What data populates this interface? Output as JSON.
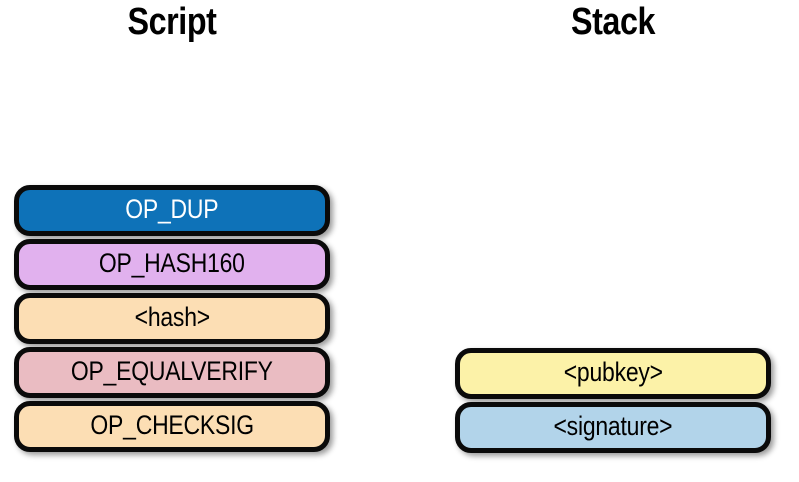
{
  "figure": {
    "background_color": "#ffffff",
    "border_color": "#0a0a0a",
    "script": {
      "title": "Script",
      "blocks": [
        {
          "label": "OP_DUP",
          "bg": "#0e72b8",
          "text_color": "#ffffff"
        },
        {
          "label": "OP_HASH160",
          "bg": "#e1b1ee",
          "text_color": "#000000"
        },
        {
          "label": "<hash>",
          "bg": "#fcdeb4",
          "text_color": "#000000"
        },
        {
          "label": "OP_EQUALVERIFY",
          "bg": "#eabcc2",
          "text_color": "#000000"
        },
        {
          "label": "OP_CHECKSIG",
          "bg": "#fcdeb4",
          "text_color": "#000000"
        }
      ]
    },
    "stack": {
      "title": "Stack",
      "blocks": [
        {
          "label": "<pubkey>",
          "bg": "#fcf2a8",
          "text_color": "#000000"
        },
        {
          "label": "<signature>",
          "bg": "#b2d4ea",
          "text_color": "#000000"
        }
      ]
    }
  }
}
